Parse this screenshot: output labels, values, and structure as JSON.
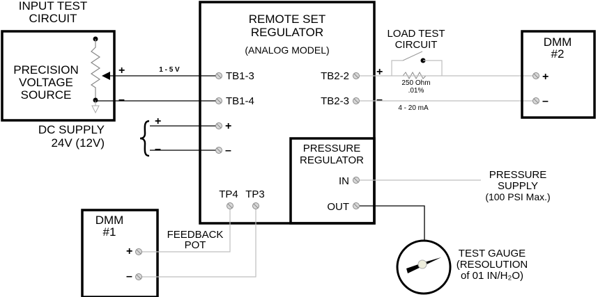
{
  "diagram": {
    "input_test_circuit": {
      "title_line1": "INPUT TEST",
      "title_line2": "CIRCUIT",
      "source_line1": "PRECISION",
      "source_line2": "VOLTAGE",
      "source_line3": "SOURCE",
      "plus": "+",
      "minus": "–",
      "signal_label": "1 - 5 V"
    },
    "dc_supply": {
      "line1": "DC SUPPLY",
      "line2": "24V (12V)",
      "plus": "+",
      "minus": "–"
    },
    "remote_set_regulator": {
      "title_line1": "REMOTE SET",
      "title_line2": "REGULATOR",
      "subtitle": "(ANALOG MODEL)",
      "terminals": {
        "tb1_3": "TB1-3",
        "tb1_4": "TB1-4",
        "tb2_2": "TB2-2",
        "tb2_3": "TB2-3",
        "supply_plus": "+",
        "supply_minus": "–",
        "tp4": "TP4",
        "tp3": "TP3"
      }
    },
    "pressure_regulator": {
      "title_line1": "PRESSURE",
      "title_line2": "REGULATOR",
      "in_label": "IN",
      "out_label": "OUT"
    },
    "load_test_circuit": {
      "title_line1": "LOAD TEST",
      "title_line2": "CIRCUIT",
      "resistor_value": "250 Ohm",
      "resistor_tolerance": ".01%",
      "current_range": "4 - 20 mA",
      "plus": "+",
      "minus": "–"
    },
    "dmm2": {
      "title_line1": "DMM",
      "title_line2": "#2",
      "plus": "+",
      "minus": "–"
    },
    "dmm1": {
      "title_line1": "DMM",
      "title_line2": "#1",
      "plus": "+",
      "minus": "–"
    },
    "feedback_pot": {
      "line1": "FEEDBACK",
      "line2": "POT"
    },
    "pressure_supply": {
      "line1": "PRESSURE",
      "line2": "SUPPLY",
      "line3": "(100 PSI Max.)"
    },
    "test_gauge": {
      "line1": "TEST GAUGE",
      "line2": "(RESOLUTION",
      "line3": "of 01 IN/H₂O)"
    }
  }
}
